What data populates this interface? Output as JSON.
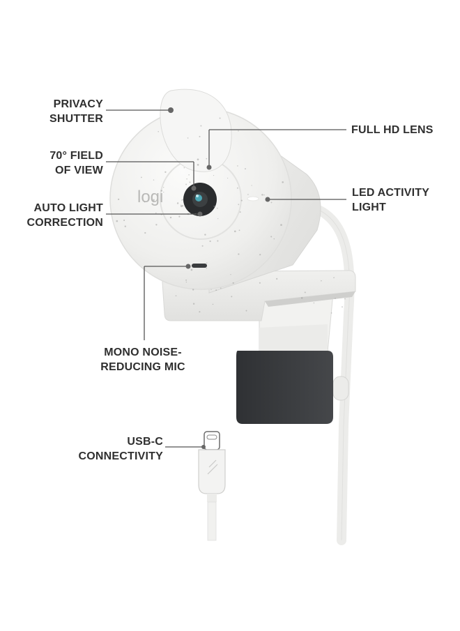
{
  "product": {
    "logo_text": "logi"
  },
  "callouts": {
    "privacy_shutter": [
      "PRIVACY",
      "SHUTTER"
    ],
    "field_of_view": [
      "70° FIELD",
      "OF VIEW"
    ],
    "auto_light": [
      "AUTO LIGHT",
      "CORRECTION"
    ],
    "full_hd_lens": [
      "FULL HD LENS"
    ],
    "led_activity": [
      "LED ACTIVITY",
      "LIGHT"
    ],
    "mono_mic": [
      "MONO NOISE-",
      "REDUCING MIC"
    ],
    "usb_c": [
      "USB-C",
      "CONNECTIVITY"
    ]
  },
  "colors": {
    "body_white": "#f1f1f0",
    "lens_black": "#2a2c2e",
    "lens_teal": "#4fb8c8",
    "mount_dark": "#3b3d40",
    "leader_line": "#555555",
    "label_text": "#2f2f2f"
  }
}
